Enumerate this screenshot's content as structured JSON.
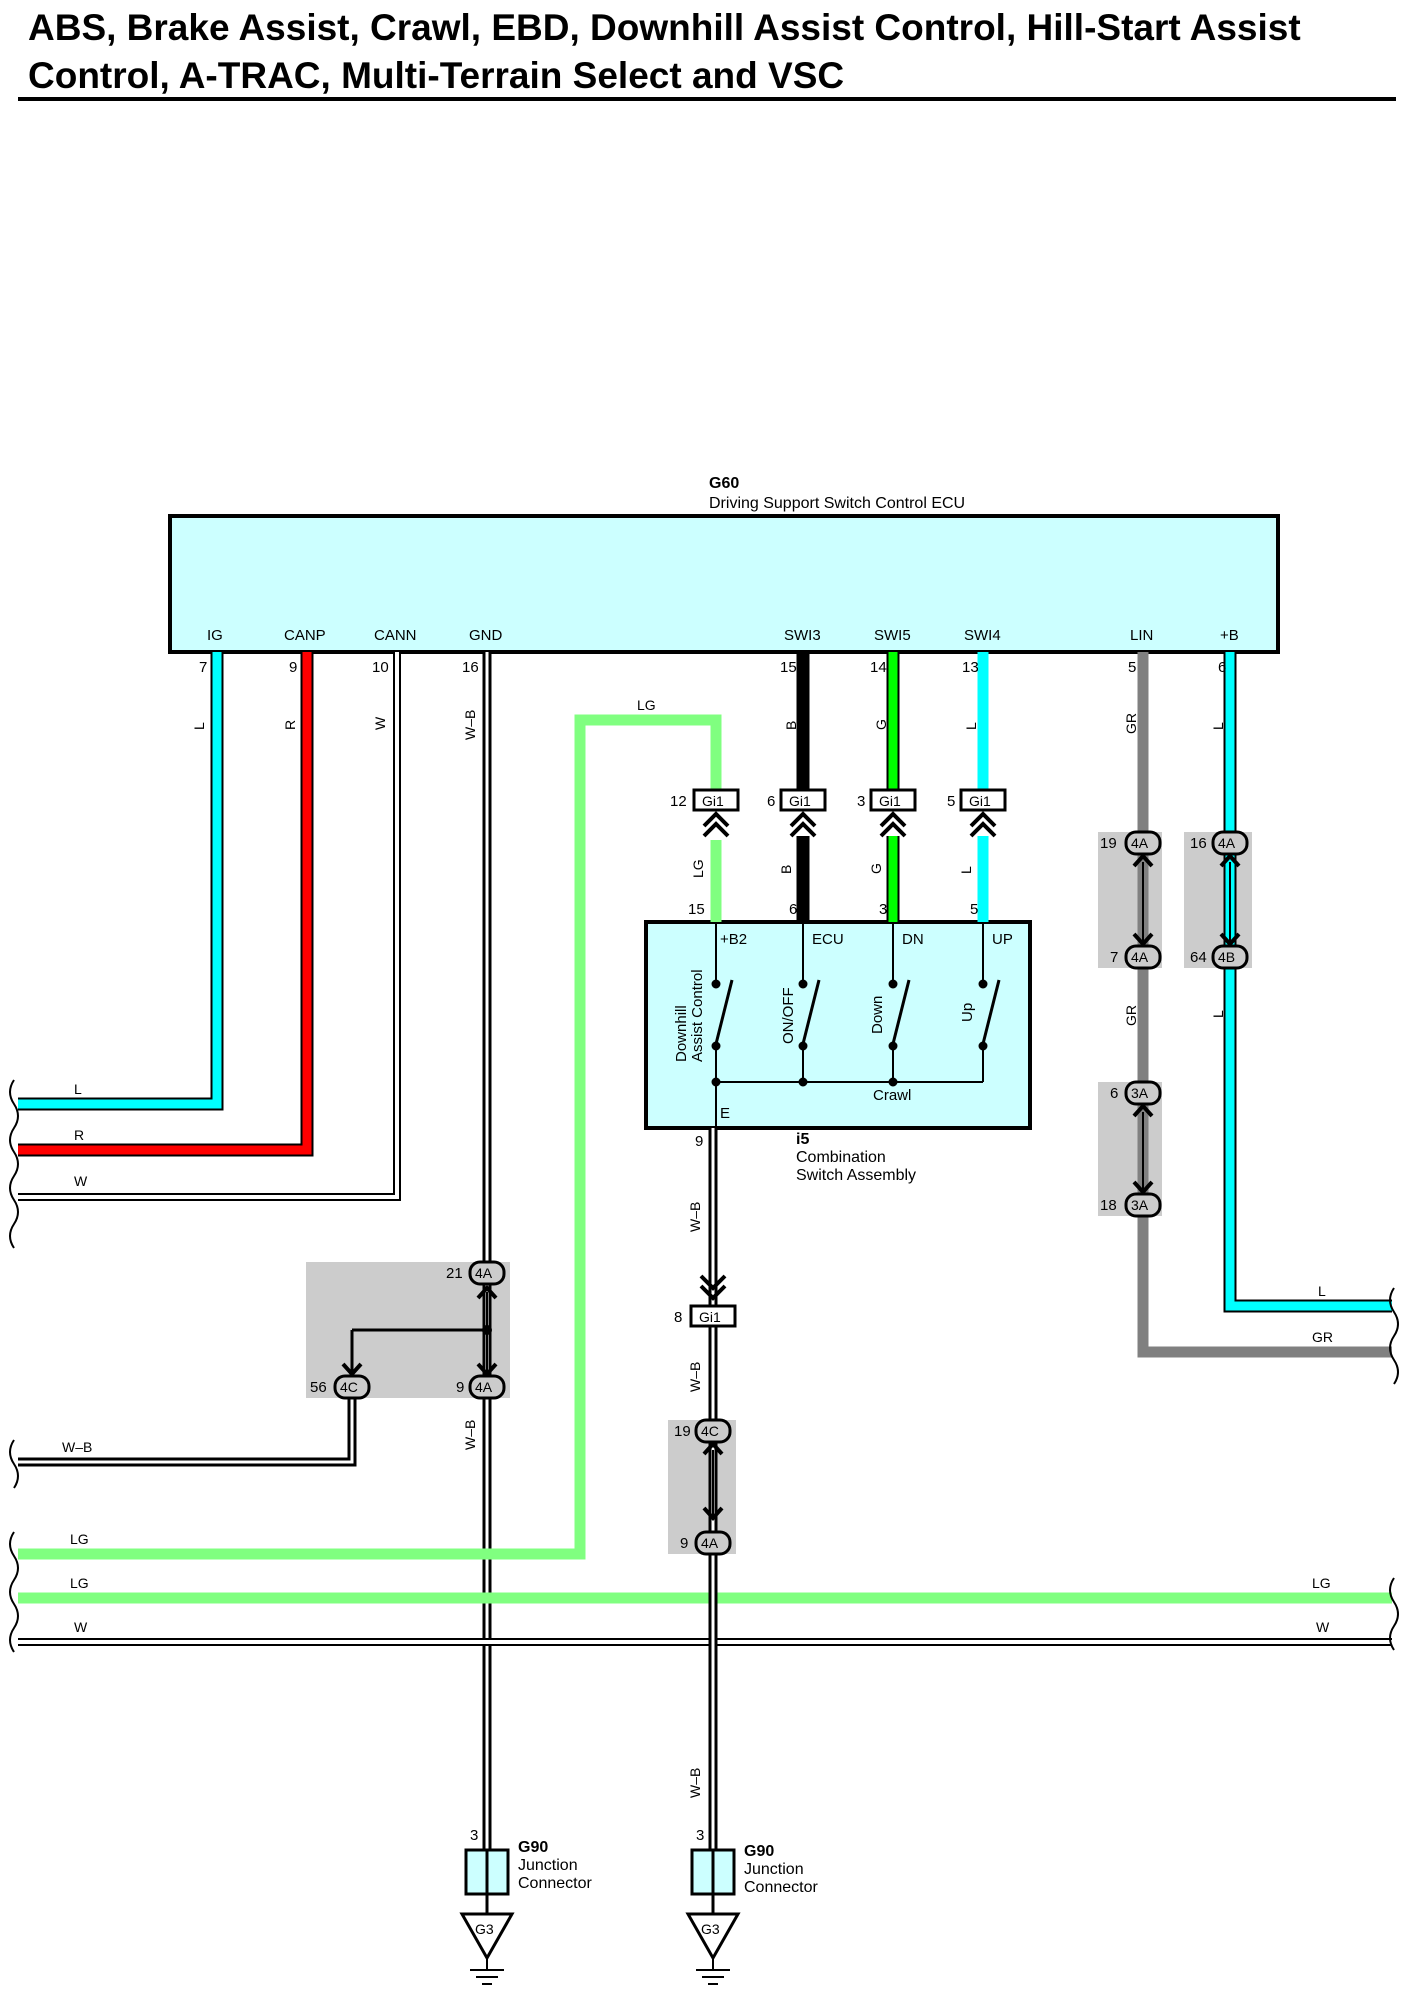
{
  "title": {
    "line1": "ABS, Brake Assist, Crawl, EBD, Downhill Assist Control, Hill-Start Assist",
    "line2": "Control, A-TRAC, Multi-Terrain Select and VSC"
  },
  "colors": {
    "L": "#00ffff",
    "R": "#ff0000",
    "W": "#ffffff",
    "B": "#000000",
    "G": "#00ff00",
    "LG": "#80ff80",
    "GR": "#808080",
    "W-B": "#ffffff",
    "ecu_fill": "#ccffff",
    "shade": "#cccccc"
  },
  "ecu": {
    "id": "G60",
    "name": "Driving Support Switch Control ECU",
    "terminals": [
      {
        "name": "IG",
        "pin": "7",
        "wire": "L"
      },
      {
        "name": "CANP",
        "pin": "9",
        "wire": "R"
      },
      {
        "name": "CANN",
        "pin": "10",
        "wire": "W"
      },
      {
        "name": "GND",
        "pin": "16",
        "wire": "W–B"
      },
      {
        "name": "SWI3",
        "pin": "15",
        "wire": "B"
      },
      {
        "name": "SWI5",
        "pin": "14",
        "wire": "G"
      },
      {
        "name": "SWI4",
        "pin": "13",
        "wire": "L"
      },
      {
        "name": "LIN",
        "pin": "5",
        "wire": "GR"
      },
      {
        "name": "+B",
        "pin": "6",
        "wire": "L"
      }
    ]
  },
  "switch_assembly": {
    "id": "i5",
    "name_line1": "Combination",
    "name_line2": "Switch Assembly",
    "terminals": [
      {
        "name": "+B2",
        "pin": "15"
      },
      {
        "name": "ECU",
        "pin": "6"
      },
      {
        "name": "DN",
        "pin": "3"
      },
      {
        "name": "UP",
        "pin": "5"
      },
      {
        "name": "E",
        "pin": "9"
      }
    ],
    "switches": [
      "Downhill",
      "Assist Control",
      "ON/OFF",
      "Down",
      "Up"
    ],
    "crawl_label": "Crawl"
  },
  "connectors": {
    "gi1_top": [
      {
        "pin": "12",
        "id": "Gi1"
      },
      {
        "pin": "6",
        "id": "Gi1"
      },
      {
        "pin": "3",
        "id": "Gi1"
      },
      {
        "pin": "5",
        "id": "Gi1"
      }
    ],
    "gi1_lower": {
      "pin": "8",
      "id": "Gi1"
    },
    "lin_splice": [
      {
        "pin": "19",
        "id": "4A"
      },
      {
        "pin": "7",
        "id": "4A"
      },
      {
        "pin": "6",
        "id": "3A"
      },
      {
        "pin": "18",
        "id": "3A"
      }
    ],
    "b_splice": [
      {
        "pin": "16",
        "id": "4A"
      },
      {
        "pin": "64",
        "id": "4B"
      }
    ],
    "gnd_splice": [
      {
        "pin": "21",
        "id": "4A"
      },
      {
        "pin": "56",
        "id": "4C"
      },
      {
        "pin": "9",
        "id": "4A"
      }
    ],
    "e_splice": [
      {
        "pin": "19",
        "id": "4C"
      },
      {
        "pin": "9",
        "id": "4A"
      }
    ]
  },
  "wire_labels": {
    "lg": "LG",
    "b": "B",
    "g": "G",
    "l": "L",
    "gr": "GR",
    "r": "R",
    "w": "W",
    "wb": "W–B"
  },
  "ground": {
    "junction_id": "G90",
    "junction_line1": "Junction",
    "junction_line2": "Connector",
    "pin": "3",
    "ground_id": "G3"
  }
}
